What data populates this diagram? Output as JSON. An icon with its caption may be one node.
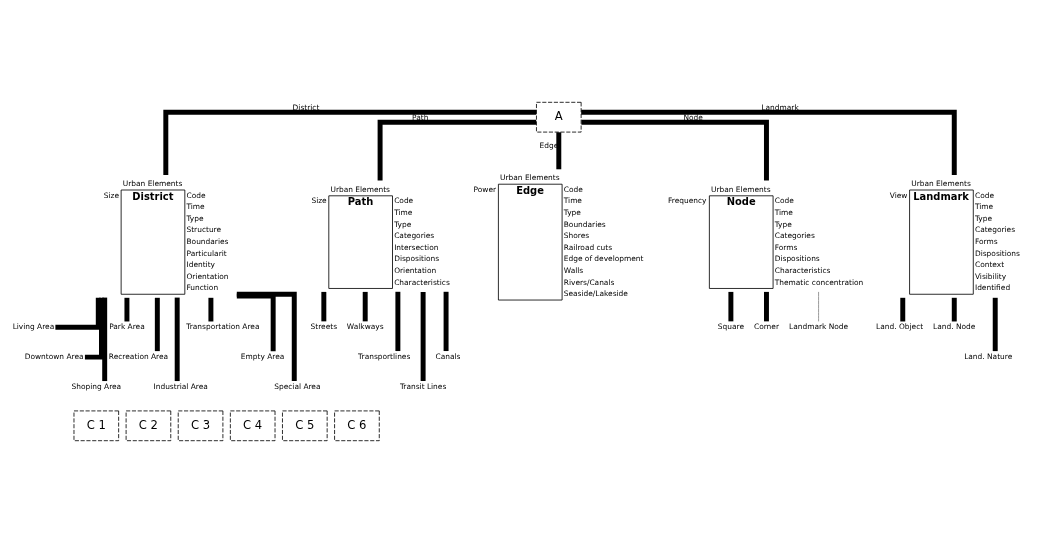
{
  "diagram": {
    "nodes": [
      {
        "text": [
          "A"
        ]
      },
      {
        "text": [
          "District"
        ],
        "beside": [
          "Urban Elements",
          "Size",
          "Code",
          "Time",
          "Type",
          "Structure",
          "Boundaries",
          "Particularit",
          "Identity",
          "Orientation",
          "Function"
        ]
      },
      {
        "text": [
          "Path"
        ],
        "beside": [
          "Urban Elements",
          "Size",
          "Code",
          "Time",
          "Type",
          "Categories",
          "Intersection",
          "Dispositions",
          "Orientation",
          "Characteristics"
        ]
      },
      {
        "text": [
          "Edge"
        ],
        "beside": [
          "Urban Elements",
          "Power",
          "Code",
          "Time",
          "Type",
          "Boundaries",
          "Shores",
          "Railroad cuts",
          "Edge of development",
          "Walls",
          "Rivers/Canals",
          "Seaside/Lakeside"
        ]
      },
      {
        "text": [
          "Node"
        ],
        "beside": [
          "Urban Elements",
          "Frequency",
          "Code",
          "Time",
          "Type",
          "Categories",
          "Forms",
          "Dispositions",
          "Characteristics",
          "Thematic concentration"
        ]
      },
      {
        "text": [
          "Landmark"
        ],
        "beside": [
          "Urban Elements",
          "View",
          "Code",
          "Time",
          "Type",
          "Categories",
          "Forms",
          "Dispositions",
          "Context",
          "Visibility",
          "Identified"
        ]
      },
      {
        "text": [
          "Living Area"
        ]
      },
      {
        "text": [
          "Downtown Area"
        ]
      },
      {
        "text": [
          "Shoping Area"
        ]
      },
      {
        "text": [
          "Park Area"
        ]
      },
      {
        "text": [
          "Recreation Area"
        ]
      },
      {
        "text": [
          "Industrial Area"
        ]
      },
      {
        "text": [
          "Transportation Area"
        ]
      },
      {
        "text": [
          "Empty Area"
        ]
      },
      {
        "text": [
          "Special Area"
        ]
      },
      {
        "text": [
          "Streets"
        ]
      },
      {
        "text": [
          "Walkways"
        ]
      },
      {
        "text": [
          "Transportlines"
        ]
      },
      {
        "text": [
          "Transit Lines"
        ]
      },
      {
        "text": [
          "Canals"
        ]
      },
      {
        "text": [
          "Square"
        ]
      },
      {
        "text": [
          "Corner"
        ]
      },
      {
        "text": [
          "Landmark Node"
        ]
      },
      {
        "text": [
          "Land. Object"
        ]
      },
      {
        "text": [
          "Land. Node"
        ]
      },
      {
        "text": [
          "Land. Nature"
        ]
      },
      {
        "text": [
          "C 1"
        ]
      },
      {
        "text": [
          "C 2"
        ]
      },
      {
        "text": [
          "C 3"
        ]
      },
      {
        "text": [
          "C 4"
        ]
      },
      {
        "text": [
          "C 5"
        ]
      },
      {
        "text": [
          "C 6"
        ]
      }
    ],
    "edges": [
      {
        "from": 0,
        "to": 1,
        "arrow": "none",
        "label": "District"
      },
      {
        "from": 0,
        "to": 2,
        "arrow": "none",
        "label": "Path"
      },
      {
        "from": 0,
        "to": 3,
        "arrow": "none",
        "label": "Edge"
      },
      {
        "from": 0,
        "to": 4,
        "arrow": "none",
        "label": "Node"
      },
      {
        "from": 0,
        "to": 5,
        "arrow": "none",
        "label": "Landmark"
      },
      {
        "from": 1,
        "to": 6,
        "arrow": "none"
      },
      {
        "from": 1,
        "to": 7,
        "arrow": "none"
      },
      {
        "from": 1,
        "to": 8,
        "arrow": "none"
      },
      {
        "from": 1,
        "to": 9,
        "arrow": "none"
      },
      {
        "from": 1,
        "to": 10,
        "arrow": "none"
      },
      {
        "from": 1,
        "to": 11,
        "arrow": "none"
      },
      {
        "from": 1,
        "to": 12,
        "arrow": "none"
      },
      {
        "from": 1,
        "to": 13,
        "arrow": "none"
      },
      {
        "from": 1,
        "to": 14,
        "arrow": "none"
      },
      {
        "from": 2,
        "to": 15,
        "arrow": "none"
      },
      {
        "from": 2,
        "to": 16,
        "arrow": "none"
      },
      {
        "from": 2,
        "to": 17,
        "arrow": "none"
      },
      {
        "from": 2,
        "to": 18,
        "arrow": "none"
      },
      {
        "from": 2,
        "to": 19,
        "arrow": "none"
      },
      {
        "from": 4,
        "to": 20,
        "arrow": "none"
      },
      {
        "from": 4,
        "to": 21,
        "arrow": "none"
      },
      {
        "from": 4,
        "to": 22,
        "arrow": "none",
        "color": "#999999"
      },
      {
        "from": 5,
        "to": 23,
        "arrow": "none"
      },
      {
        "from": 5,
        "to": 24,
        "arrow": "none"
      },
      {
        "from": 5,
        "to": 25,
        "arrow": "none"
      }
    ]
  }
}
